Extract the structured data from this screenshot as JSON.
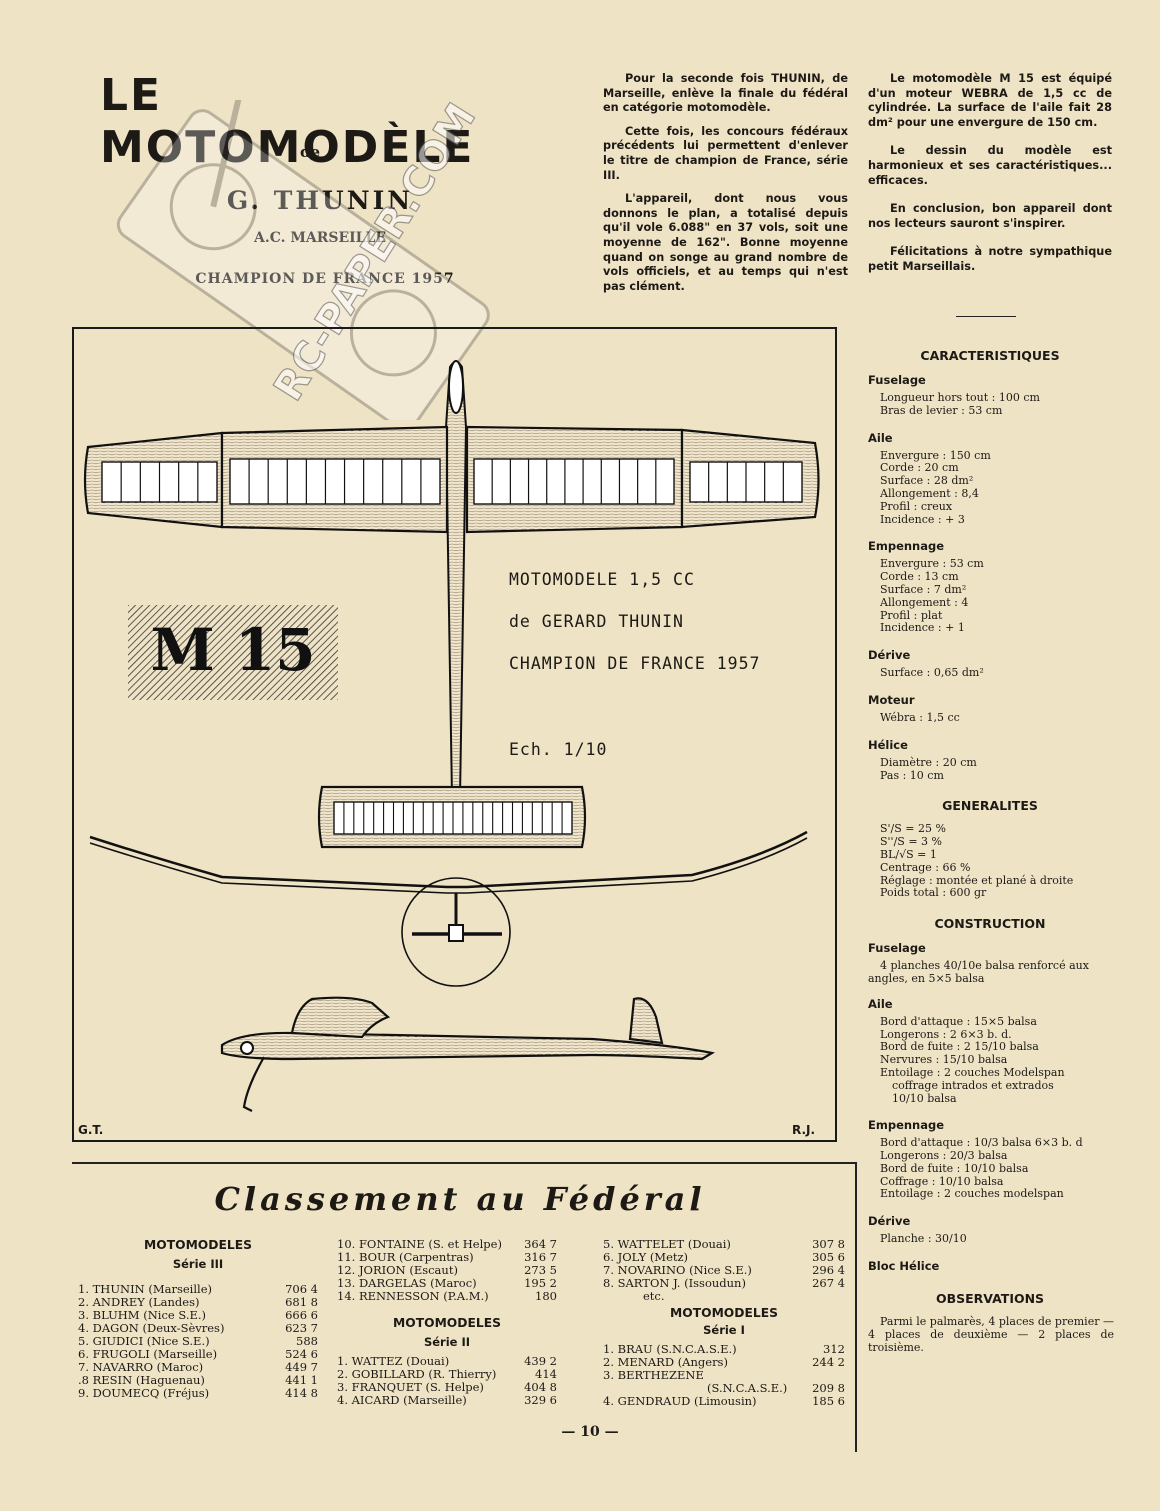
{
  "header": {
    "title": "LE MOTOMODÈLE",
    "de": "de",
    "author": "G. THUNIN",
    "club": "A.C. MARSEILLE",
    "championship": "CHAMPION DE FRANCE 1957"
  },
  "intro": {
    "col1": [
      "Pour la seconde fois THUNIN, de Marseille, enlève la finale du fédéral en catégorie motomodèle.",
      "Cette fois, les concours fédéraux précédents lui permettent d'enlever le titre de champion de France, série III.",
      "L'appareil, dont nous vous donnons le plan, a totalisé depuis qu'il vole 6.088\" en 37 vols, soit une moyenne de 162\". Bonne moyenne quand on songe au grand nombre de vols officiels, et au temps qui n'est pas clément."
    ],
    "col2": [
      "Le motomodèle M 15 est équipé d'un moteur WEBRA de 1,5 cc de cylindrée. La surface de l'aile fait 28 dm² pour une envergure de 150 cm.",
      "Le dessin du modèle est harmonieux et ses caractéristiques... efficaces.",
      "En conclusion, bon appareil dont nos lecteurs sauront s'inspirer.",
      "Félicitations à notre sympathique petit Marseillais."
    ]
  },
  "drawing": {
    "badge": "M 15",
    "line1": "MOTOMODELE  1,5 CC",
    "line2": "de GERARD THUNIN",
    "line3": "CHAMPION DE FRANCE 1957",
    "scale": "Ech. 1/10",
    "sig_left": "G.T.",
    "sig_right": "R.J.",
    "watermark": "RC-PAPER.COM"
  },
  "specs": {
    "caract_title": "CARACTERISTIQUES",
    "fuselage_h": "Fuselage",
    "fuselage": [
      "Longueur hors tout : 100 cm",
      "Bras de levier : 53 cm"
    ],
    "aile_h": "Aile",
    "aile": [
      "Envergure : 150 cm",
      "Corde : 20 cm",
      "Surface : 28 dm²",
      "Allongement : 8,4",
      "Profil : creux",
      "Incidence : + 3"
    ],
    "empennage_h": "Empennage",
    "empennage": [
      "Envergure : 53 cm",
      "Corde : 13 cm",
      "Surface : 7 dm²",
      "Allongement : 4",
      "Profil : plat",
      "Incidence : + 1"
    ],
    "derive_h": "Dérive",
    "derive": [
      "Surface : 0,65 dm²"
    ],
    "moteur_h": "Moteur",
    "moteur": [
      "Wébra : 1,5 cc"
    ],
    "helice_h": "Hélice",
    "helice": [
      "Diamètre : 20 cm",
      "Pas : 10 cm"
    ],
    "general_title": "GENERALITES",
    "general": [
      "S'/S = 25 %",
      "S''/S = 3 %",
      "BL/√S = 1",
      "Centrage : 66 %",
      "Réglage : montée et plané à droite",
      "Poids total : 600 gr"
    ],
    "constr_title": "CONSTRUCTION",
    "c_fuselage_h": "Fuselage",
    "c_fuselage": "4 planches 40/10e balsa renforcé aux angles, en 5×5 balsa",
    "c_aile_h": "Aile",
    "c_aile": [
      "Bord d'attaque : 15×5 balsa",
      "Longerons : 2 6×3 b. d.",
      "Bord de fuite : 2 15/10 balsa",
      "Nervures : 15/10 balsa",
      "Entoilage : 2 couches Modelspan",
      "coffrage intrados et extrados",
      "10/10 balsa"
    ],
    "c_emp_h": "Empennage",
    "c_emp": [
      "Bord d'attaque : 10/3 balsa 6×3 b. d",
      "Longerons : 20/3 balsa",
      "Bord de fuite : 10/10 balsa",
      "Coffrage : 10/10 balsa",
      "Entoilage : 2 couches modelspan"
    ],
    "c_derive_h": "Dérive",
    "c_derive": [
      "Planche : 30/10"
    ],
    "c_bloc_h": "Bloc Hélice",
    "obs_title": "OBSERVATIONS",
    "obs": "Parmi le palmarès, 4 places de premier — 4 places de deuxième — 2 places de troisième."
  },
  "classement": {
    "title": "Classement au Fédéral",
    "s3_h1": "MOTOMODELES",
    "s3_h2": "Série III",
    "s3": [
      [
        "1. THUNIN (Marseille)",
        "706 4"
      ],
      [
        "2. ANDREY (Landes)",
        "681 8"
      ],
      [
        "3. BLUHM (Nice S.E.)",
        "666 6"
      ],
      [
        "4. DAGON (Deux-Sèvres)",
        "623 7"
      ],
      [
        "5. GIUDICI (Nice S.E.)",
        "588"
      ],
      [
        "6. FRUGOLI (Marseille)",
        "524 6"
      ],
      [
        "7. NAVARRO (Maroc)",
        "449 7"
      ],
      [
        ".8 RESIN (Haguenau)",
        "441 1"
      ],
      [
        "9. DOUMECQ (Fréjus)",
        "414 8"
      ]
    ],
    "s3b": [
      [
        "10. FONTAINE (S. et Helpe)",
        "364 7"
      ],
      [
        "11. BOUR (Carpentras)",
        "316 7"
      ],
      [
        "12. JORION (Escaut)",
        "273 5"
      ],
      [
        "13. DARGELAS (Maroc)",
        "195 2"
      ],
      [
        "14. RENNESSON (P.A.M.)",
        "180"
      ]
    ],
    "s2_h1": "MOTOMODELES",
    "s2_h2": "Série II",
    "s2": [
      [
        "1. WATTEZ (Douai)",
        "439 2"
      ],
      [
        "2. GOBILLARD (R. Thierry)",
        "414"
      ],
      [
        "3. FRANQUET (S. Helpe)",
        "404 8"
      ],
      [
        "4. AICARD (Marseille)",
        "329 6"
      ]
    ],
    "s2b": [
      [
        "5. WATTELET (Douai)",
        "307 8"
      ],
      [
        "6. JOLY (Metz)",
        "305 6"
      ],
      [
        "7. NOVARINO (Nice S.E.)",
        "296 4"
      ],
      [
        "8. SARTON J. (Issoudun)",
        "267 4"
      ]
    ],
    "etc": "etc.",
    "s1_h1": "MOTOMODELES",
    "s1_h2": "Série I",
    "s1": [
      [
        "1. BRAU (S.N.C.A.S.E.)",
        "312"
      ],
      [
        "2. MENARD (Angers)",
        "244 2"
      ]
    ],
    "s1_3a": "3. BERTHEZENE",
    "s1_3b": [
      "(S.N.C.A.S.E.)",
      "209 8"
    ],
    "s1_4": [
      "4. GENDRAUD (Limousin)",
      "185 6"
    ]
  },
  "footer": {
    "page": "— 10 —"
  }
}
